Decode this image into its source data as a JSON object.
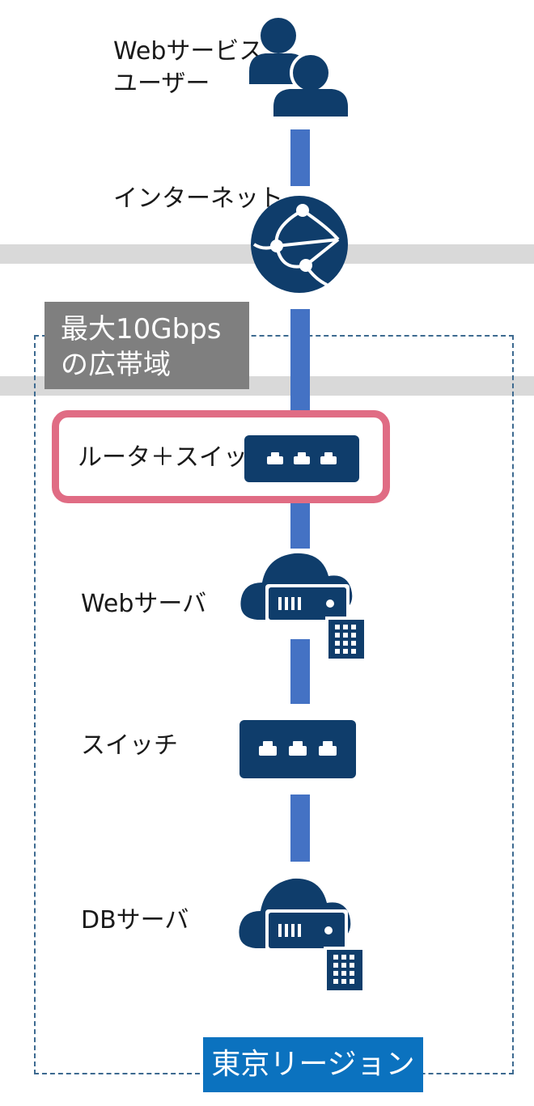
{
  "nodes": {
    "web_service_user": {
      "label_line1": "Webサービス",
      "label_line2": "ユーザー",
      "icon": "users-icon"
    },
    "internet": {
      "label": "インターネット",
      "icon": "globe-network-icon"
    },
    "router_switch": {
      "label": "ルータ＋スイッチ",
      "icon": "network-switch-icon"
    },
    "web_server": {
      "label": "Webサーバ",
      "icon": "cloud-server-icon"
    },
    "switch": {
      "label": "スイッチ",
      "icon": "network-switch-icon"
    },
    "db_server": {
      "label": "DBサーバ",
      "icon": "cloud-server-icon"
    }
  },
  "bandwidth": {
    "line1": "最大10Gbps",
    "line2": "の広帯域"
  },
  "region": {
    "label": "東京リージョン"
  },
  "colors": {
    "icon_navy": "#0f3d6b",
    "connector_blue": "#4472c4",
    "highlight_pink": "#e06c84",
    "region_badge_blue": "#0b72bf",
    "region_frame": "#3d6a90",
    "bandwidth_gray": "#7f7f7f",
    "band_gray": "#d9d9d9"
  }
}
